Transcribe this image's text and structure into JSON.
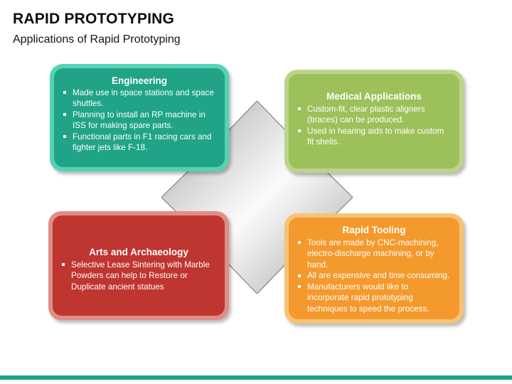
{
  "slide": {
    "title": "RAPID PROTOTYPING",
    "subtitle": "Applications of Rapid Prototyping",
    "accent_color": "#20a387",
    "background_color": "#ffffff"
  },
  "center_shape": {
    "name": "four-point-star",
    "fill": "gray-gradient",
    "outline_color": "#7b7b7b"
  },
  "bottom_bar": {
    "color": "#20a387"
  },
  "quadrants": [
    {
      "id": "engineering",
      "title": "Engineering",
      "frame_color": "#55d2b4",
      "fill_color": "#20a387",
      "bullets": [
        "Made use in space stations and space shuttles.",
        "Planning to install an RP machine in ISS for making spare parts.",
        "Functional parts in F1 racing cars and fighter jets like F-18."
      ]
    },
    {
      "id": "medical",
      "title": "Medical Applications",
      "frame_color": "#bcd48a",
      "fill_color": "#9cc15a",
      "bullets": [
        "Custom-fit, clear plastic aligners (braces) can be produced.",
        "Used in hearing aids to make custom fit shells."
      ]
    },
    {
      "id": "arts",
      "title": "Arts and Archaeology",
      "frame_color": "#e08d88",
      "fill_color": "#bf3530",
      "bullets": [
        "Selective Lease Sintering with Marble Powders can help to Restore or Duplicate ancient statues"
      ]
    },
    {
      "id": "tooling",
      "title": "Rapid Tooling",
      "frame_color": "#f8c276",
      "fill_color": "#f4992c",
      "bullets": [
        "Tools are made by CNC-machining, electro-discharge machining, or by hand.",
        "All are expensive and time consuming.",
        "Manufacturers would like to incorporate rapid prototyping techniques to speed the process."
      ]
    }
  ]
}
